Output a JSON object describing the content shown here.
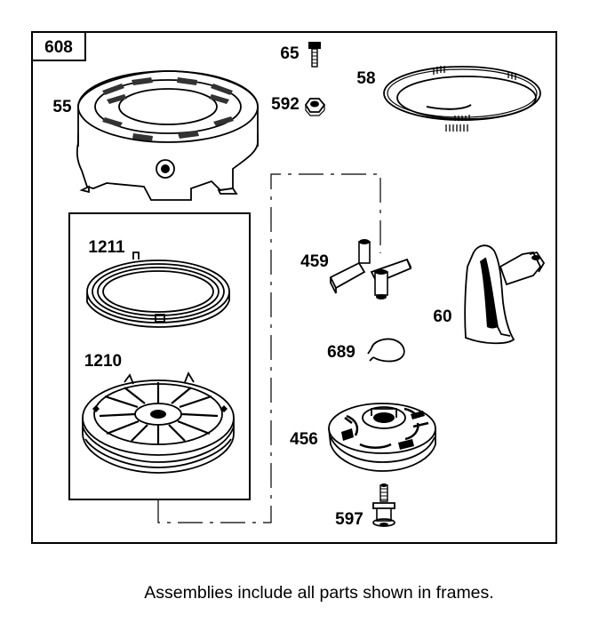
{
  "diagram": {
    "main_frame_label": "608",
    "caption": "Assemblies include all parts shown in frames.",
    "parts": [
      {
        "number": "55"
      },
      {
        "number": "65"
      },
      {
        "number": "592"
      },
      {
        "number": "58"
      },
      {
        "number": "1211"
      },
      {
        "number": "1210"
      },
      {
        "number": "459"
      },
      {
        "number": "60"
      },
      {
        "number": "689"
      },
      {
        "number": "456"
      },
      {
        "number": "597"
      }
    ]
  }
}
